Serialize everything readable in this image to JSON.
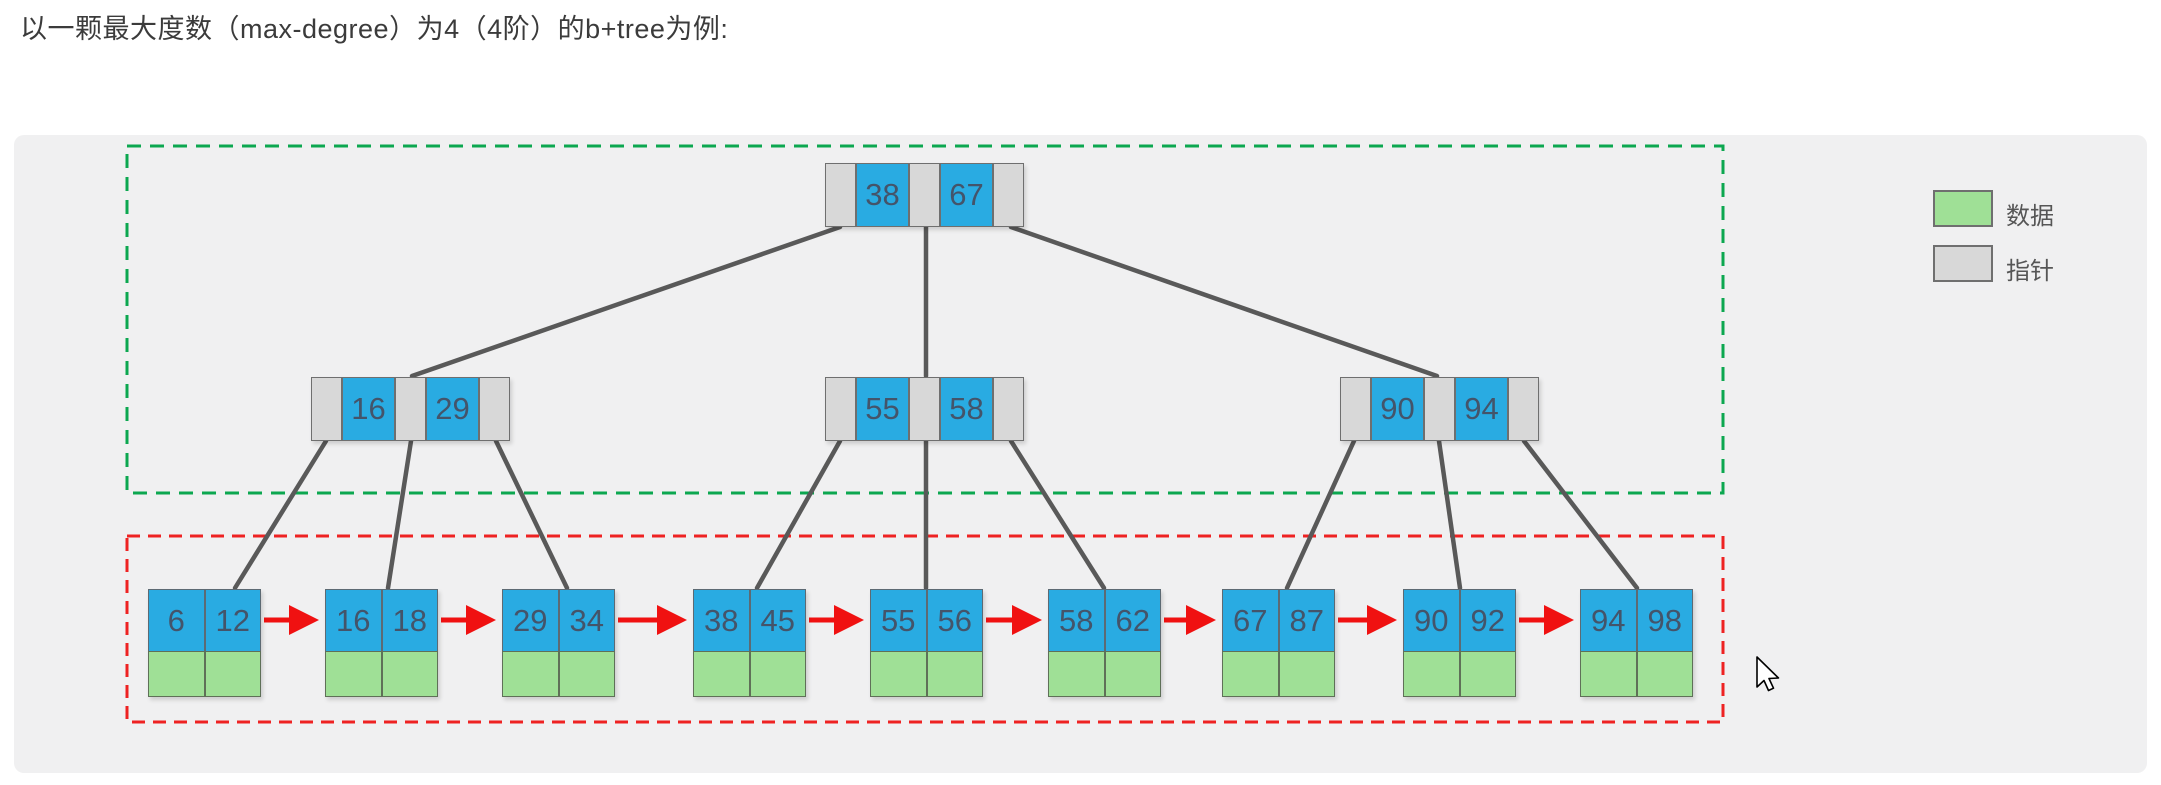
{
  "title": "以一颗最大度数（max-degree）为4（4阶）的b+tree为例:",
  "tree": {
    "root": {
      "keys": [
        "38",
        "67"
      ]
    },
    "internal": [
      {
        "keys": [
          "16",
          "29"
        ]
      },
      {
        "keys": [
          "55",
          "58"
        ]
      },
      {
        "keys": [
          "90",
          "94"
        ]
      }
    ],
    "leaves": [
      {
        "keys": [
          "6",
          "12"
        ]
      },
      {
        "keys": [
          "16",
          "18"
        ]
      },
      {
        "keys": [
          "29",
          "34"
        ]
      },
      {
        "keys": [
          "38",
          "45"
        ]
      },
      {
        "keys": [
          "55",
          "56"
        ]
      },
      {
        "keys": [
          "58",
          "62"
        ]
      },
      {
        "keys": [
          "67",
          "87"
        ]
      },
      {
        "keys": [
          "90",
          "92"
        ]
      },
      {
        "keys": [
          "94",
          "98"
        ]
      }
    ]
  },
  "legend": {
    "items": [
      {
        "label": "数据",
        "color": "#9fe096"
      },
      {
        "label": "指针",
        "color": "#d8d8d8"
      }
    ]
  },
  "colors": {
    "key_cell": "#29abe2",
    "data_cell": "#9fe096",
    "pointer_cell": "#d8d8d8",
    "edge_line": "#595959",
    "leaf_link_arrow": "#f01111",
    "index_region_outline": "#0ca750",
    "data_region_outline": "#ee2222",
    "panel_background": "#f0f0f1"
  }
}
